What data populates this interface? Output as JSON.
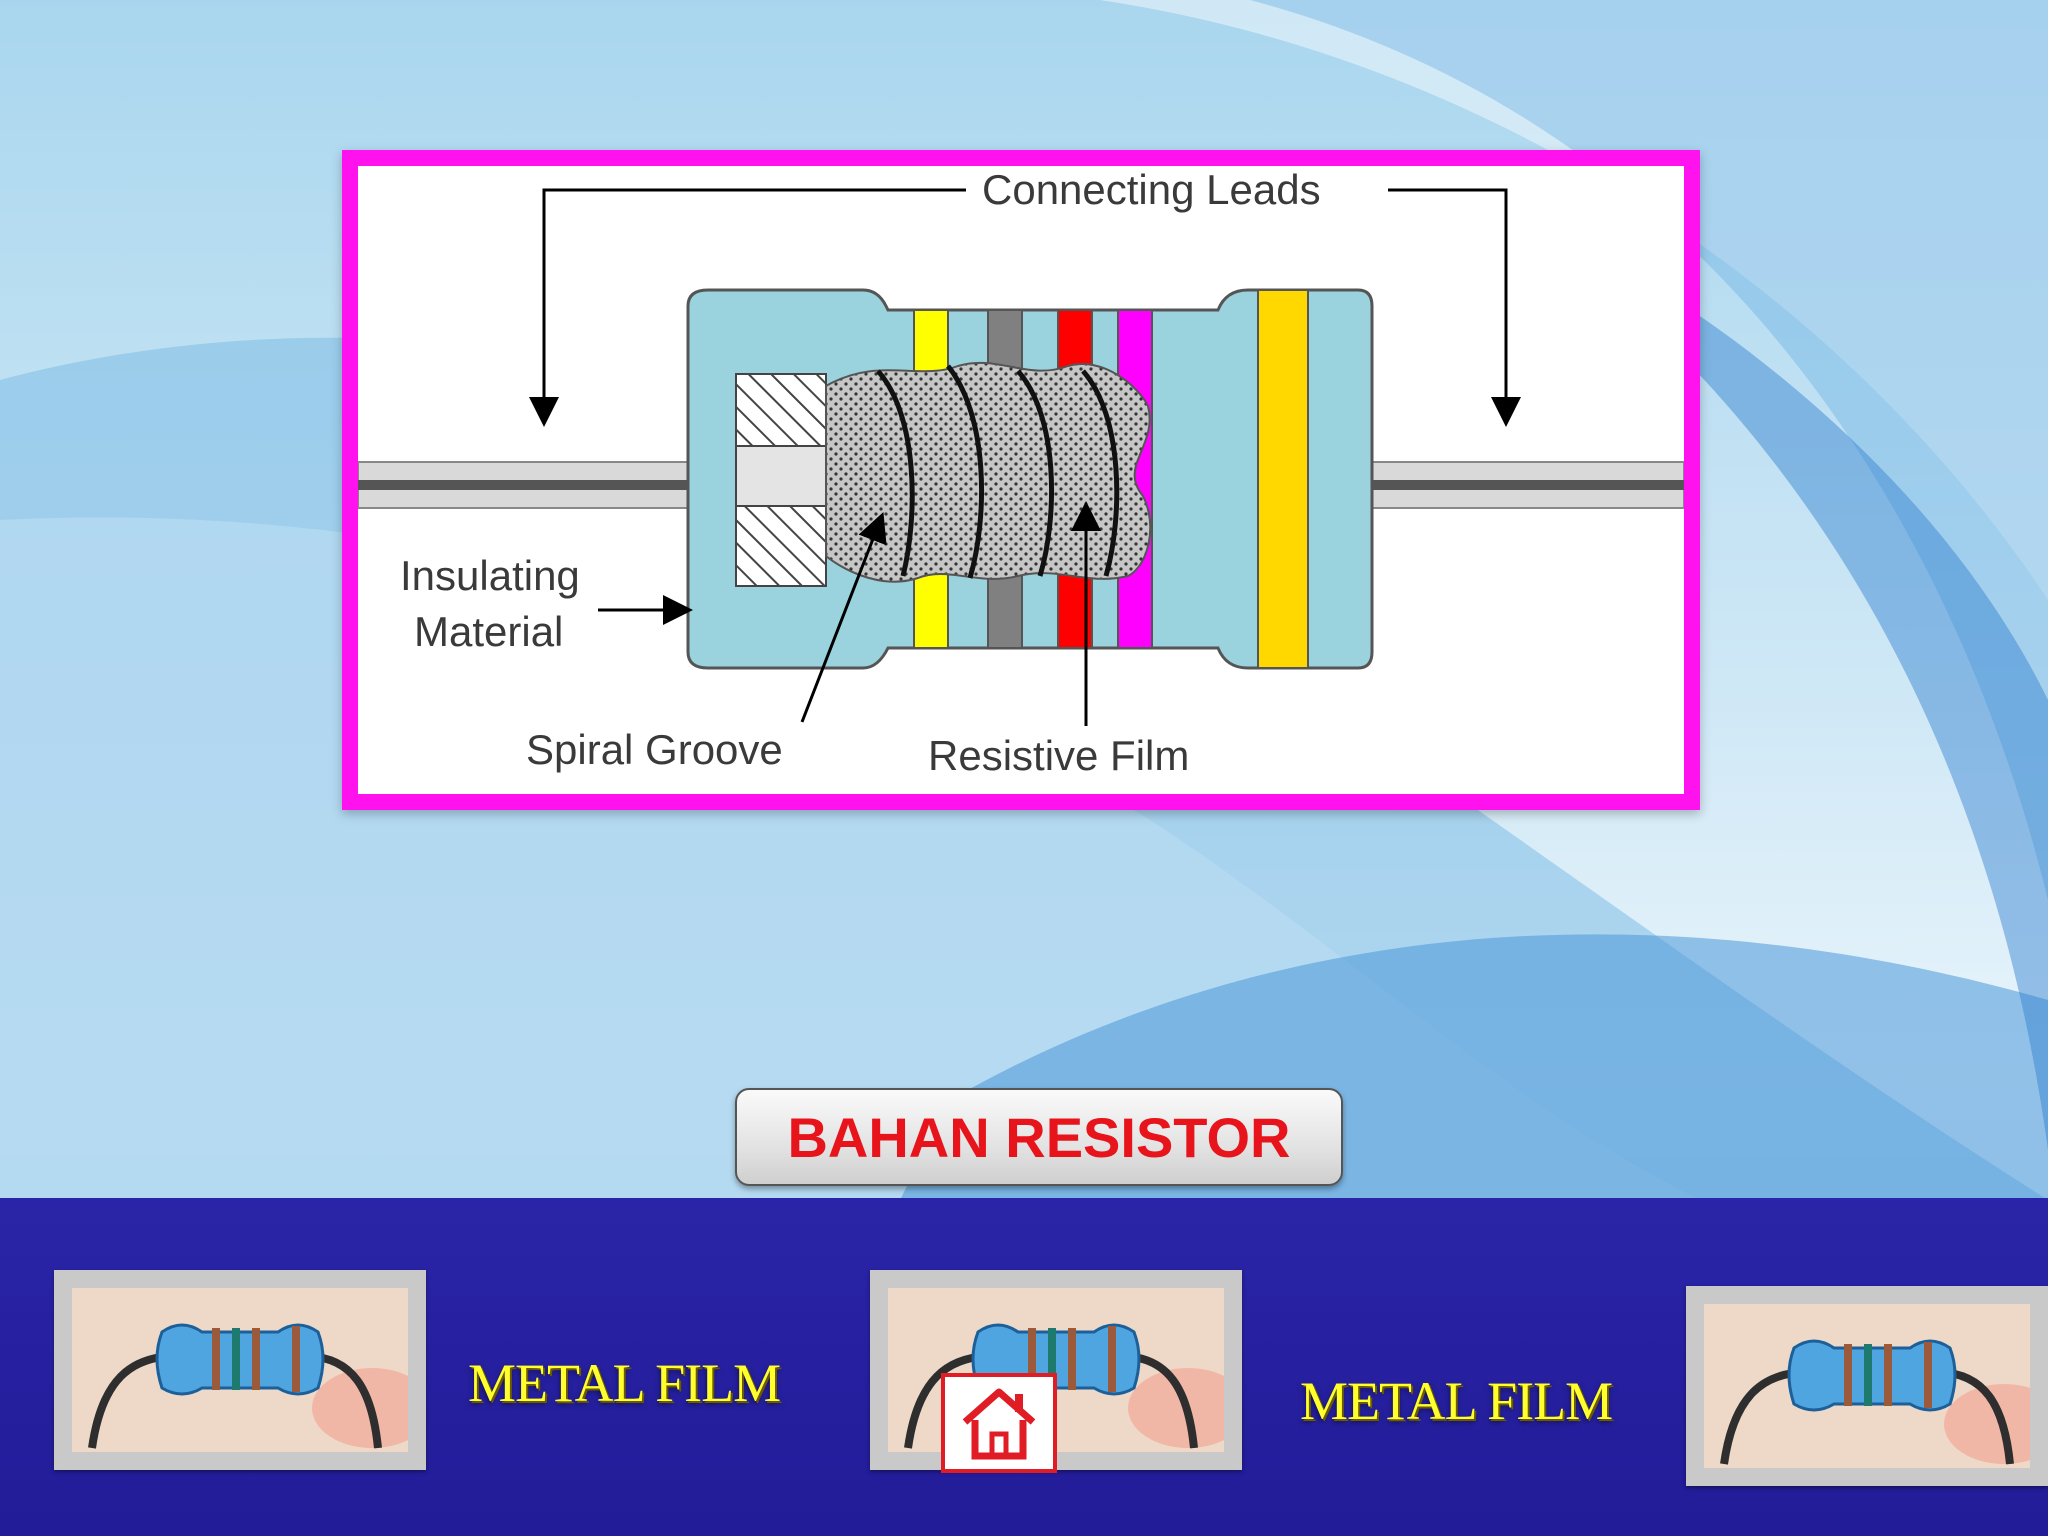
{
  "diagram": {
    "label_leads": "Connecting Leads",
    "label_insulating_line1": "Insulating",
    "label_insulating_line2": "Material",
    "label_spiral": "Spiral Groove",
    "label_film": "Resistive Film",
    "border_color": "#ff12ee",
    "band_colors": [
      "#ffff00",
      "#808080",
      "#ff0000",
      "#ff00ff",
      "#ffd800"
    ]
  },
  "title_button": {
    "label": "BAHAN RESISTOR",
    "color": "#e8141c"
  },
  "bottom_nav": {
    "items": [
      {
        "type": "thumbnail",
        "icon": "resistor-photo-icon"
      },
      {
        "type": "label",
        "text": "METAL FILM"
      },
      {
        "type": "thumbnail",
        "icon": "resistor-photo-icon"
      },
      {
        "type": "label",
        "text": "METAL FILM"
      },
      {
        "type": "thumbnail",
        "icon": "resistor-photo-icon"
      }
    ],
    "home_icon": "home-icon",
    "label_color": "#ffff2e",
    "bar_color": "#2a24a8"
  }
}
